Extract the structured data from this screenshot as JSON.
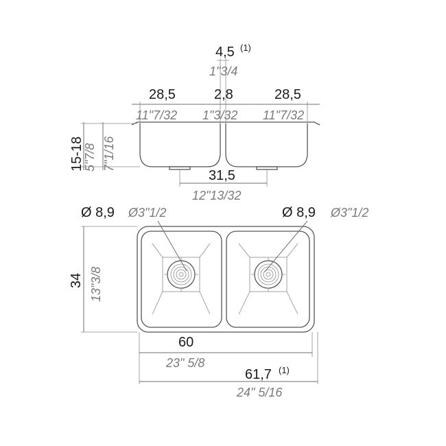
{
  "dimensions": {
    "top_gap": {
      "metric": "4,5",
      "note": "(1)",
      "imperial": "1\"3/4"
    },
    "bowl_left_width": {
      "metric": "28,5",
      "imperial": "11\"7/32"
    },
    "divider_width": {
      "metric": "2,8",
      "imperial": "1\"3/32"
    },
    "bowl_right_width": {
      "metric": "28,5",
      "imperial": "11\"7/32"
    },
    "depth": {
      "metric": "15-18",
      "imperial_a": "5\"7/8",
      "imperial_b": "7\"1/16"
    },
    "drain_spacing": {
      "metric": "31,5",
      "imperial": "12\"13/32"
    },
    "drain_left": {
      "metric": "Ø 8,9",
      "imperial": "Ø3\"1/2"
    },
    "drain_right": {
      "metric": "Ø 8,9",
      "imperial": "Ø3\"1/2"
    },
    "height": {
      "metric": "34",
      "imperial": "13\"3/8"
    },
    "width": {
      "metric": "60",
      "imperial": "23\" 5/8"
    },
    "overall_width": {
      "metric": "61,7",
      "note": "(1)",
      "imperial": "24\" 5/16"
    }
  }
}
